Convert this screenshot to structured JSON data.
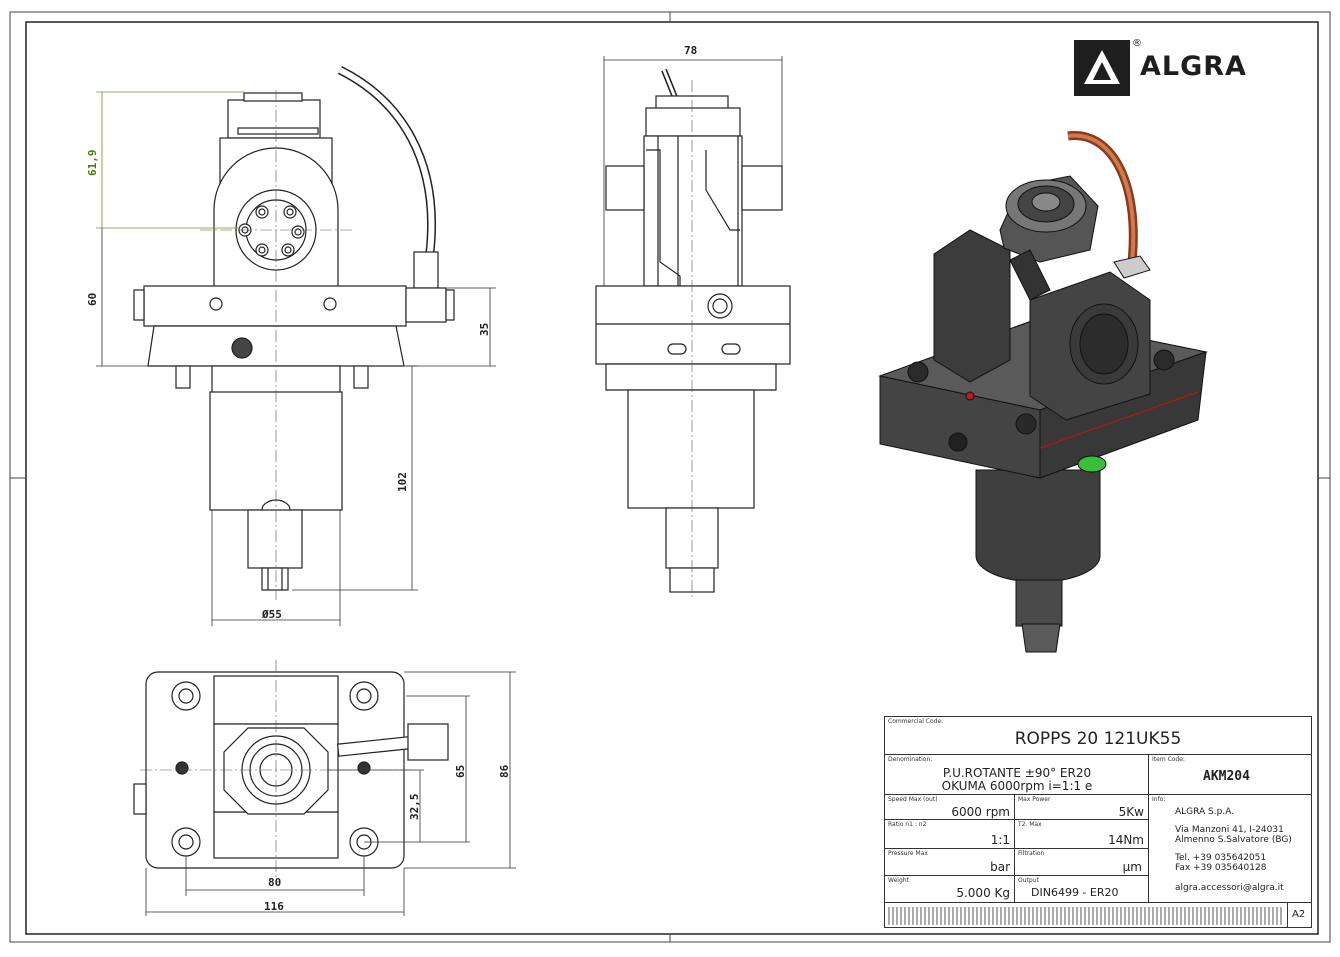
{
  "logo": {
    "brand": "ALGRA",
    "registered": "®",
    "icon": "triangle-logo-icon"
  },
  "views": {
    "front": {
      "dim_top": "61,9",
      "dim_left": "60",
      "dim_right": "35",
      "dim_height": "102",
      "dim_diameter": "Ø55"
    },
    "side": {
      "dim_width": "78"
    },
    "bottom": {
      "dim_inner_width": "80",
      "dim_width": "116",
      "dim_inner_height": "32,5",
      "dim_mid_height": "65",
      "dim_height": "86"
    }
  },
  "title_block": {
    "commercial_code_label": "Commercial Code:",
    "commercial_code": "ROPPS 20 121UK55",
    "denomination_label": "Denomination:",
    "denomination_line1": "P.U.ROTANTE ±90° ER20",
    "denomination_line2": "OKUMA 6000rpm i=1:1 e",
    "item_code_label": "Item Code:",
    "item_code": "AKM204",
    "speed_label": "Speed Max (out)",
    "speed": "6000 rpm",
    "power_label": "Max Power",
    "power": "5Kw",
    "ratio_label": "Ratio n1 : n2",
    "ratio": "1:1",
    "torque_label": "T2. Max",
    "torque": "14Nm",
    "pressure_label": "Pressure Max",
    "pressure": "bar",
    "filtration_label": "Filtration",
    "filtration": "μm",
    "weight_label": "Weight",
    "weight": "5.000 Kg",
    "output_label": "Output",
    "output": "DIN6499 - ER20",
    "info_label": "Info:",
    "company": "ALGRA S.p.A.",
    "address1": "Via Manzoni 41, I-24031",
    "address2": "Almenno S.Salvatore (BG)",
    "tel": "Tel. +39 035642051",
    "fax": "Fax +39 035640128",
    "email": "algra.accessori@algra.it",
    "sheet_size": "A2"
  }
}
